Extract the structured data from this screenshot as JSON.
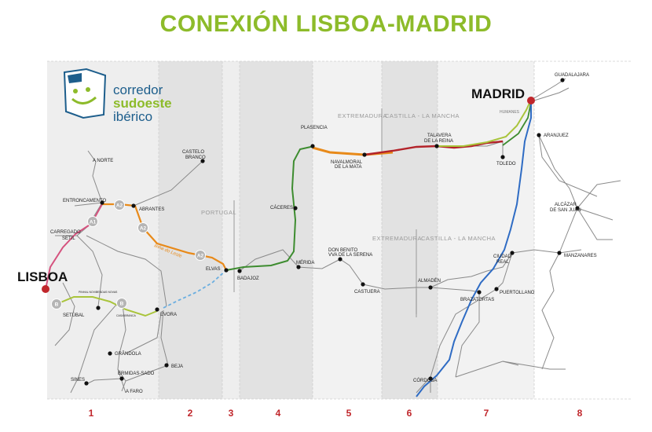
{
  "title": "CONEXIÓN LISBOA-MADRID",
  "logo": {
    "line1": "corredor",
    "line2": "sudoeste",
    "line3": "ibérico",
    "icon": "smiling-map-face-icon"
  },
  "colors": {
    "title": "#8dbb2a",
    "section_numbers": "#c0262b",
    "line_pink": "#d5527e",
    "line_orange": "#e88a1a",
    "line_green": "#3d8c2f",
    "line_red": "#b3232a",
    "line_lime": "#a9c43b",
    "line_blue": "#2f6cc4",
    "line_dashed": "#6aaee0",
    "capital_marker": "#c0262b"
  },
  "capitals": {
    "lisboa": "LISBOA",
    "madrid": "MADRID"
  },
  "regions": {
    "portugal": "PORTUGAL",
    "extremadura_north": "EXTREMADURA",
    "castilla_north": "CASTILLA - LA MANCHA",
    "extremadura_south": "EXTREMADURA",
    "castilla_south": "CASTILLA - LA MANCHA"
  },
  "road_labels": {
    "a_norte": "A NORTE",
    "carregado_1": "CARREGADO",
    "carregado_2": "SETIL",
    "linha_leste": "linha do Leste",
    "a_faro": "A FARO",
    "pinhal_novo": "PINHAL NOVO",
    "vendas_novas": "VENDAS NOVAS",
    "casa_branca": "CASA BRANCA"
  },
  "signs": {
    "a1": "A1",
    "a2_top": "A2",
    "a2_mid": "A2",
    "a2_bottom": "A2",
    "b_left": "B",
    "b_right": "B"
  },
  "cities": {
    "entroncamento": "ENTRONCAMENTO",
    "abrantes": "ABRANTES",
    "castelo_1": "CASTELO",
    "castelo_2": "BRANCO",
    "elvas": "ELVAS",
    "badajoz": "BADAJOZ",
    "evora": "ÉVORA",
    "setubal": "SETÚBAL",
    "grandola": "GRÂNDOLA",
    "beja": "BEJA",
    "ermidas": "ERMIDAS-SADO",
    "sines": "SINES",
    "plasencia": "PLASENCIA",
    "caceres": "CÁCERES",
    "merida": "MÉRIDA",
    "navalmoral_1": "NAVALMORAL",
    "navalmoral_2": "DE LA MATA",
    "talavera_1": "TALAVERA",
    "talavera_2": "DE LA REINA",
    "toledo": "TOLEDO",
    "humanes": "HUMANES",
    "guadalajara": "GUADALAJARA",
    "aranjuez": "ARANJUEZ",
    "alcazar_1": "ALCÁZAR",
    "alcazar_2": "DE SAN JUAN",
    "manzanares": "MANZANARES",
    "ciudad_real_1": "CIUDAD",
    "ciudad_real_2": "REAL",
    "don_benito_1": "DON BENITO",
    "don_benito_2": "VVA DE LA SERENA",
    "castuera": "CASTUERA",
    "almaden": "ALMADÉN",
    "brazatortas": "BRAZATORTAS",
    "puertollano": "PUERTOLLANO",
    "cordoba": "CÓRDOBA"
  },
  "sections": [
    "1",
    "2",
    "3",
    "4",
    "5",
    "6",
    "7",
    "8"
  ]
}
